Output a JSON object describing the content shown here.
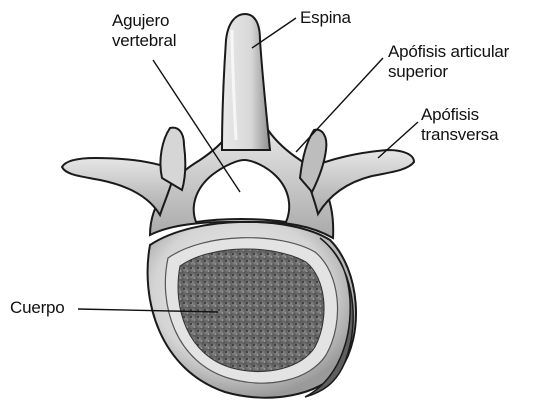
{
  "labels": {
    "agujero": [
      "Agujero",
      "vertebral"
    ],
    "espina": [
      "Espina"
    ],
    "articular": [
      "Apófisis articular",
      "superior"
    ],
    "transversa": [
      "Apófisis",
      "transversa"
    ],
    "cuerpo": [
      "Cuerpo"
    ]
  },
  "colors": {
    "bone_light": "#efefef",
    "bone_mid": "#c4c4c4",
    "bone_dark": "#7a7a7a",
    "outline": "#1a1a1a",
    "spongy": "#6f6f6f",
    "foramen": "#ffffff"
  }
}
